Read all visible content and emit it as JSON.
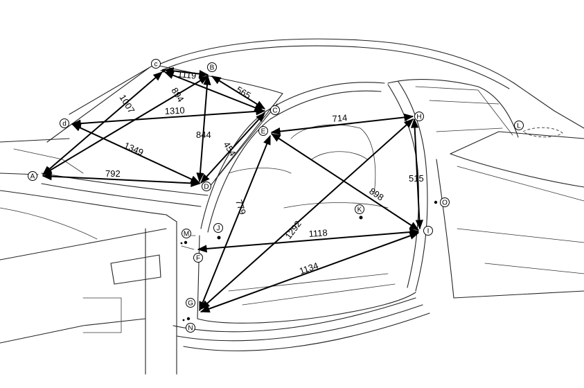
{
  "points": {
    "A": "A",
    "B": "B",
    "C": "C",
    "D": "D",
    "E": "E",
    "F": "F",
    "G": "G",
    "H": "H",
    "I": "I",
    "J": "J",
    "K": "K",
    "L": "L",
    "M": "M",
    "N": "N",
    "O": "O",
    "c": "c",
    "d": "d"
  },
  "dimensions": {
    "c_B": "1119",
    "B_C": "565",
    "c_A": "1007",
    "c_D": "894",
    "d_C": "1310",
    "B_D": "844",
    "d_D": "1349",
    "C_D": "454",
    "A_D": "792",
    "E_H": "714",
    "H_I": "515",
    "E_I": "898",
    "E_G": "779",
    "H_G": "1292",
    "F_I": "1118",
    "G_I": "1134"
  }
}
